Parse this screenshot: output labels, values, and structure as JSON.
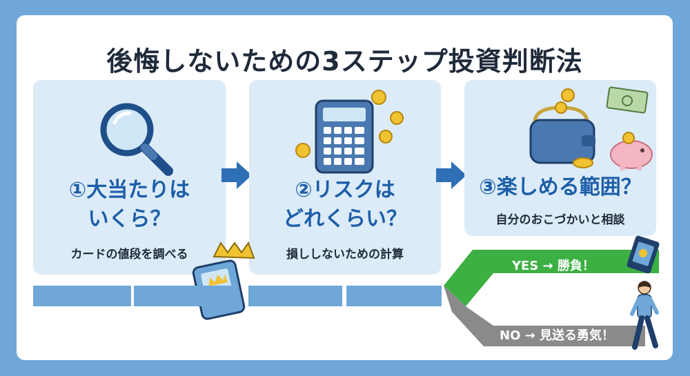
{
  "title": "後悔しないための3ステップ投資判断法",
  "steps": [
    {
      "heading_line1": "①大当たりは",
      "heading_line2": "いくら？",
      "subtext": "カードの値段を調べる",
      "icon": "magnifier-icon"
    },
    {
      "heading_line1": "②リスクは",
      "heading_line2": "どれくらい？",
      "subtext": "損ししないための計算",
      "icon": "calculator-icon"
    },
    {
      "heading_line1": "③楽しめる範囲？",
      "subtext": "自分のおこづかいと相談",
      "icon": "wallet-icon"
    }
  ],
  "branches": {
    "yes": "YES → 勝負！",
    "no": "NO → 見送る勇気！"
  },
  "colors": {
    "background": "#6fa7d8",
    "card": "#dcebf8",
    "heading": "#1c5ea8",
    "arrow": "#2f6fb5",
    "yes": "#3cb043",
    "no": "#8a8a8a"
  }
}
